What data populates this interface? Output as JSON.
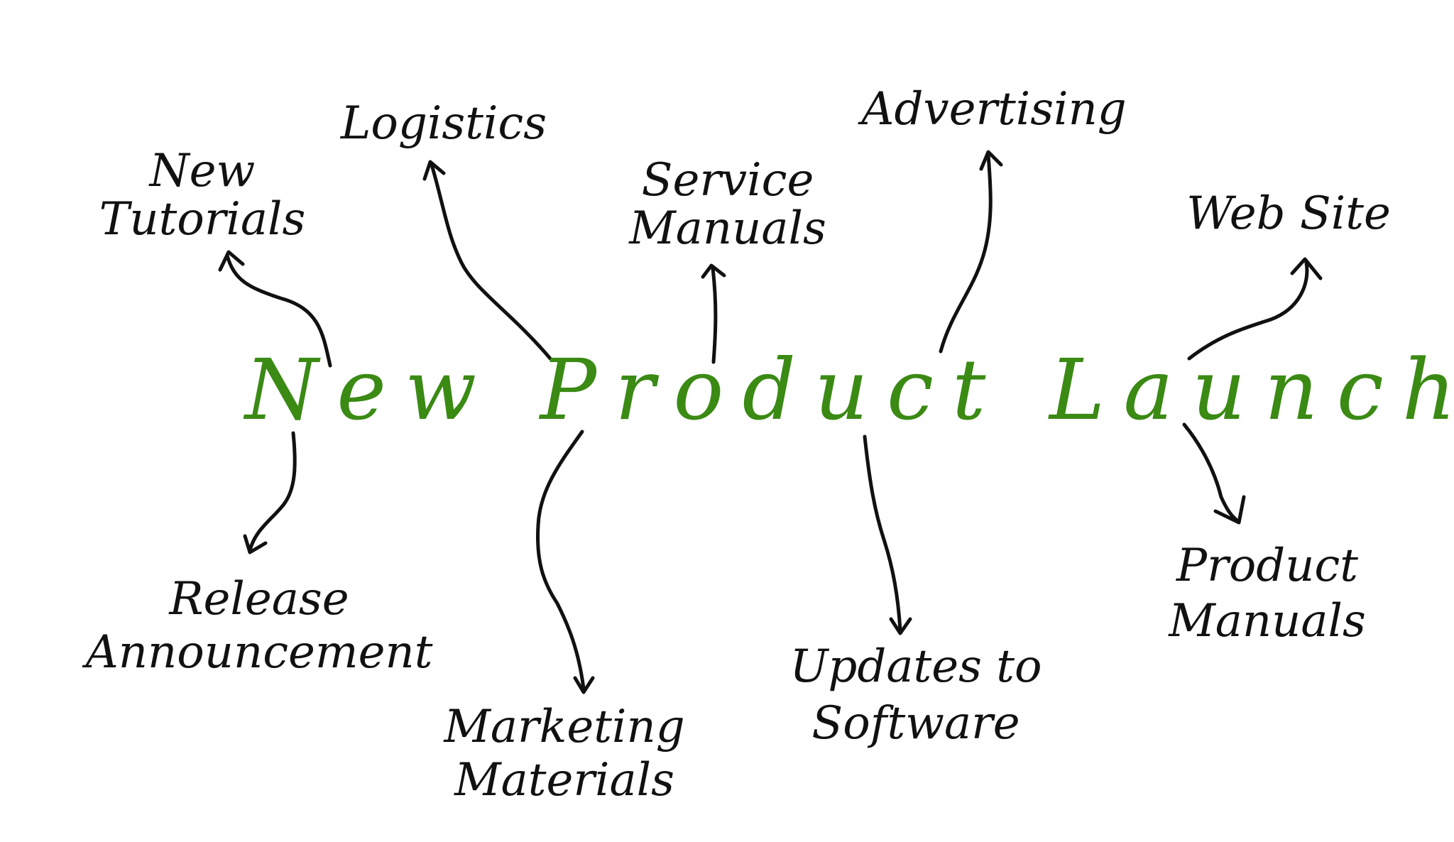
{
  "colors": {
    "center": "#3a8a14",
    "ink": "#111111",
    "background": "#ffffff"
  },
  "center": {
    "text": "New Product Launch"
  },
  "branches": [
    {
      "id": "new-tutorials",
      "lines": [
        "New",
        "Tutorials"
      ]
    },
    {
      "id": "logistics",
      "lines": [
        "Logistics"
      ]
    },
    {
      "id": "service-manuals",
      "lines": [
        "Service",
        "Manuals"
      ]
    },
    {
      "id": "advertising",
      "lines": [
        "Advertising"
      ]
    },
    {
      "id": "web-site",
      "lines": [
        "Web Site"
      ]
    },
    {
      "id": "release-announcement",
      "lines": [
        "Release",
        "Announcement"
      ]
    },
    {
      "id": "marketing-materials",
      "lines": [
        "Marketing",
        "Materials"
      ]
    },
    {
      "id": "updates-to-software",
      "lines": [
        "Updates to",
        "Software"
      ]
    },
    {
      "id": "product-manuals",
      "lines": [
        "Product",
        "Manuals"
      ]
    }
  ]
}
